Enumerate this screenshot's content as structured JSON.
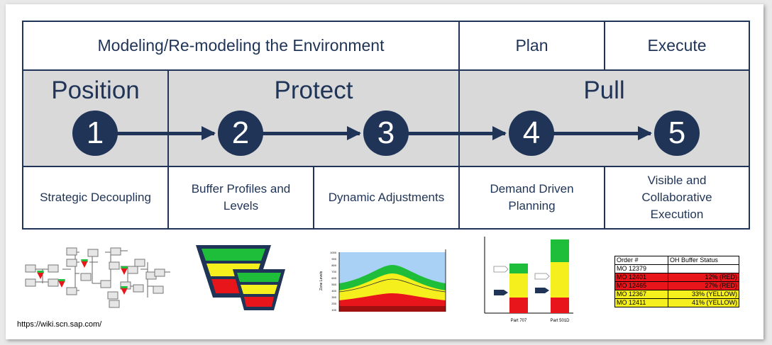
{
  "header": {
    "modeling": "Modeling/Re-modeling the Environment",
    "plan": "Plan",
    "execute": "Execute"
  },
  "phases": {
    "position": "Position",
    "protect": "Protect",
    "pull": "Pull"
  },
  "steps": [
    "1",
    "2",
    "3",
    "4",
    "5"
  ],
  "labels": {
    "strategic": "Strategic Decoupling",
    "buffer": [
      "Buffer Profiles and",
      "Levels"
    ],
    "dynamic": "Dynamic Adjustments",
    "demand": [
      "Demand Driven",
      "Planning"
    ],
    "visible": [
      "Visible and",
      "Collaborative",
      "Execution"
    ]
  },
  "colors": {
    "navy": "#1f3456",
    "band": "#d9d9d9",
    "red": "#e8161a",
    "yellow": "#f5ef1e",
    "green": "#1fbe3a",
    "sky": "#a9d0f5"
  },
  "zone_chart": {
    "ylabel": "Zone Levels",
    "ticks": [
      "1000",
      "900",
      "800",
      "700",
      "600",
      "500",
      "400",
      "300",
      "200",
      "100"
    ]
  },
  "bar_chart": {
    "categories": [
      "Part 707",
      "Part 501D"
    ]
  },
  "buffer_table": {
    "headers": [
      "Order #",
      "OH Buffer Status"
    ],
    "rows": [
      {
        "order": "MO 12379",
        "status": "",
        "color": "#ffffff"
      },
      {
        "order": "MO 12401",
        "status": "12% (RED)",
        "color": "#e8161a"
      },
      {
        "order": "MO 12465",
        "status": "27% (RED)",
        "color": "#e8161a"
      },
      {
        "order": "MO 12367",
        "status": "33% (YELLOW)",
        "color": "#f5ef1e"
      },
      {
        "order": "MO 12411",
        "status": "41% (YELLOW)",
        "color": "#f5ef1e"
      }
    ]
  },
  "source": "https://wiki.scn.sap.com/"
}
